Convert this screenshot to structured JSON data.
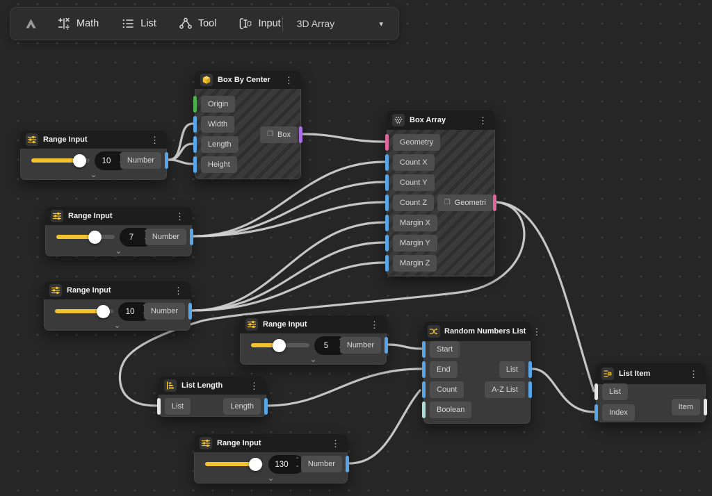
{
  "toolbar": {
    "menu": [
      {
        "label": "Math"
      },
      {
        "label": "List"
      },
      {
        "label": "Tool"
      },
      {
        "label": "Input"
      }
    ],
    "preset_label": "3D Array"
  },
  "icons": {
    "kebab": "⋮",
    "caret_down": "▾",
    "chevron_collapse": "⌄",
    "spinner_up": "⌃",
    "spinner_down": "⌄",
    "box_chip": "❒"
  },
  "nodes": {
    "box_by_center": {
      "title": "Box By Center",
      "inputs": [
        "Origin",
        "Width",
        "Length",
        "Height"
      ],
      "output_label": "Box"
    },
    "box_array": {
      "title": "Box Array",
      "inputs": [
        "Geometry",
        "Count X",
        "Count Y",
        "Count Z",
        "Margin X",
        "Margin Y",
        "Margin Z"
      ],
      "output_label": "Geometri"
    },
    "range1": {
      "title": "Range Input",
      "value": "10",
      "output_label": "Number"
    },
    "range2": {
      "title": "Range Input",
      "value": "7",
      "output_label": "Number"
    },
    "range3": {
      "title": "Range Input",
      "value": "10",
      "output_label": "Number"
    },
    "range4": {
      "title": "Range Input",
      "value": "5",
      "output_label": "Number"
    },
    "range5": {
      "title": "Range Input",
      "value": "130",
      "output_label": "Number"
    },
    "list_length": {
      "title": "List Length",
      "input_label": "List",
      "output_label": "Length"
    },
    "random_numbers_list": {
      "title": "Random Numbers List",
      "inputs": [
        "Start",
        "End",
        "Count",
        "Boolean"
      ],
      "outputs": [
        "List",
        "A-Z List"
      ]
    },
    "list_item": {
      "title": "List Item",
      "inputs": [
        "List",
        "Index"
      ],
      "output_label": "Item"
    }
  },
  "colors": {
    "accent_yellow": "#f2c230",
    "port_blue": "#58a6e8",
    "port_green": "#4db050",
    "port_pink": "#e0679d",
    "port_purple": "#a86fe0",
    "port_white": "#e6e6e6",
    "port_teal": "#a8ded6",
    "wire": "#d2d2d2",
    "canvas_bg": "#262626",
    "node_bg": "#3a3a3a",
    "header_bg": "#1d1d1d"
  }
}
